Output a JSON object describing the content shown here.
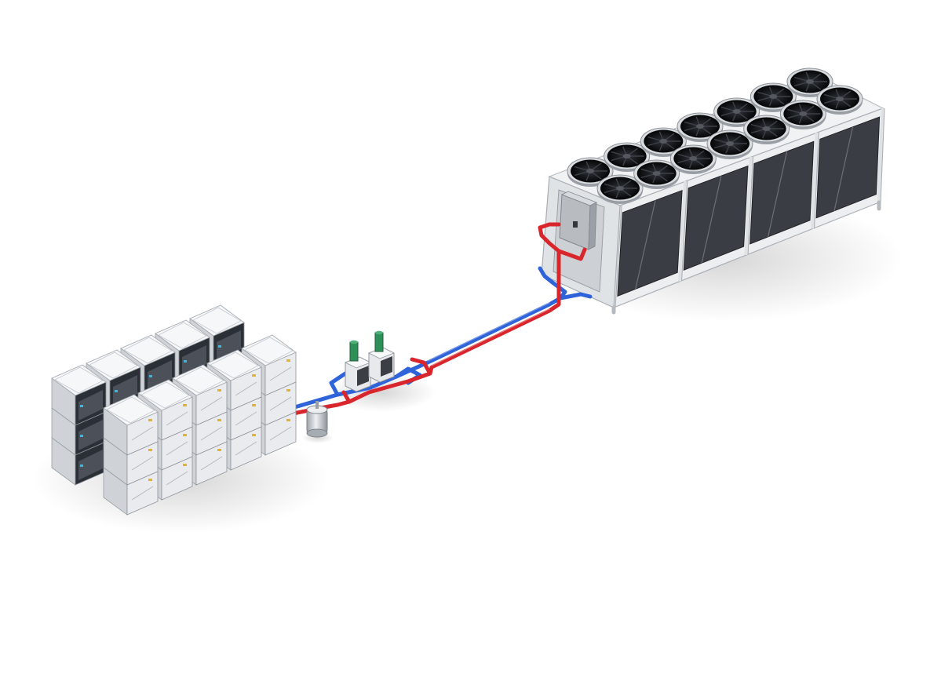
{
  "colors": {
    "background": "#ffffff",
    "cabinet_front": "#e9ebee",
    "cabinet_side": "#cfd3d8",
    "cabinet_top": "#f6f7f9",
    "dark_modules": "#2b2f36",
    "cooler_frame": "#e6e8ea",
    "cooler_coil": "#3b3e44",
    "fan": "#15171a",
    "hot_pipe": "#d9262c",
    "cold_pipe": "#2f63d9",
    "pump_accent": "#2f8f58",
    "tank": "#d5d8dc"
  },
  "components": {
    "battery_racks": {
      "rows": 2,
      "columns": 5,
      "levels": 3
    },
    "dry_cooler": {
      "fan_rows": 2,
      "fans_per_row": 7
    },
    "pump_skid": {
      "pumps": 2
    },
    "expansion_tank": {
      "count": 1
    }
  }
}
